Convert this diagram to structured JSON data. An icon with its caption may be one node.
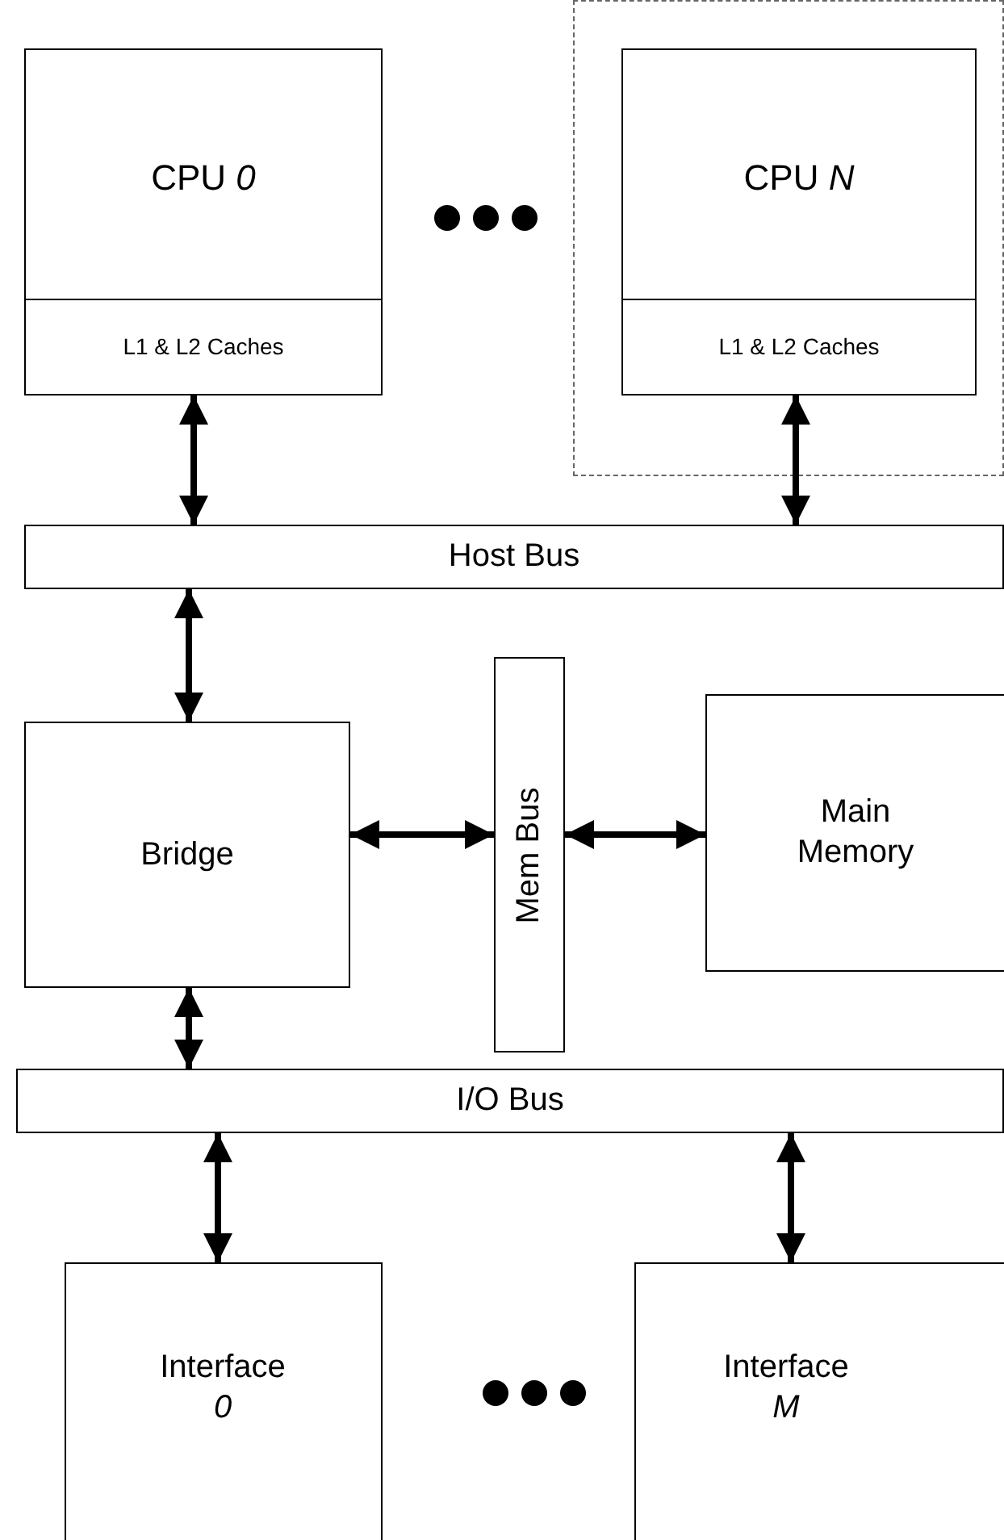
{
  "diagram": {
    "nodes": [
      {
        "text": [
          "CPU *0*"
        ]
      },
      {
        "text": [
          "L1 & L2 Caches"
        ],
        "in": 0
      },
      {
        "text": [],
        "shape": "box"
      },
      {
        "text": [
          "CPU *N*"
        ],
        "in": 2
      },
      {
        "text": [
          "L1 & L2 Caches"
        ],
        "in": 3
      },
      {
        "text": [
          "Host Bus"
        ]
      },
      {
        "text": [
          "Bridge"
        ]
      },
      {
        "text": [
          "Mem Bus"
        ]
      },
      {
        "text": [
          "Main Memory"
        ]
      },
      {
        "text": [
          "I/O Bus"
        ]
      },
      {
        "text": [
          "Interface *0*"
        ]
      },
      {
        "text": [
          "Interface *M*"
        ]
      }
    ],
    "edges": [
      {
        "from": 1,
        "to": 5,
        "arrow": "both"
      },
      {
        "from": 4,
        "to": 5,
        "arrow": "both"
      },
      {
        "from": 5,
        "to": 6,
        "arrow": "both"
      },
      {
        "from": 6,
        "to": 7,
        "arrow": "both"
      },
      {
        "from": 7,
        "to": 8,
        "arrow": "both"
      },
      {
        "from": 6,
        "to": 9,
        "arrow": "both"
      },
      {
        "from": 9,
        "to": 10,
        "arrow": "both"
      },
      {
        "from": 9,
        "to": 11,
        "arrow": "both"
      }
    ]
  }
}
